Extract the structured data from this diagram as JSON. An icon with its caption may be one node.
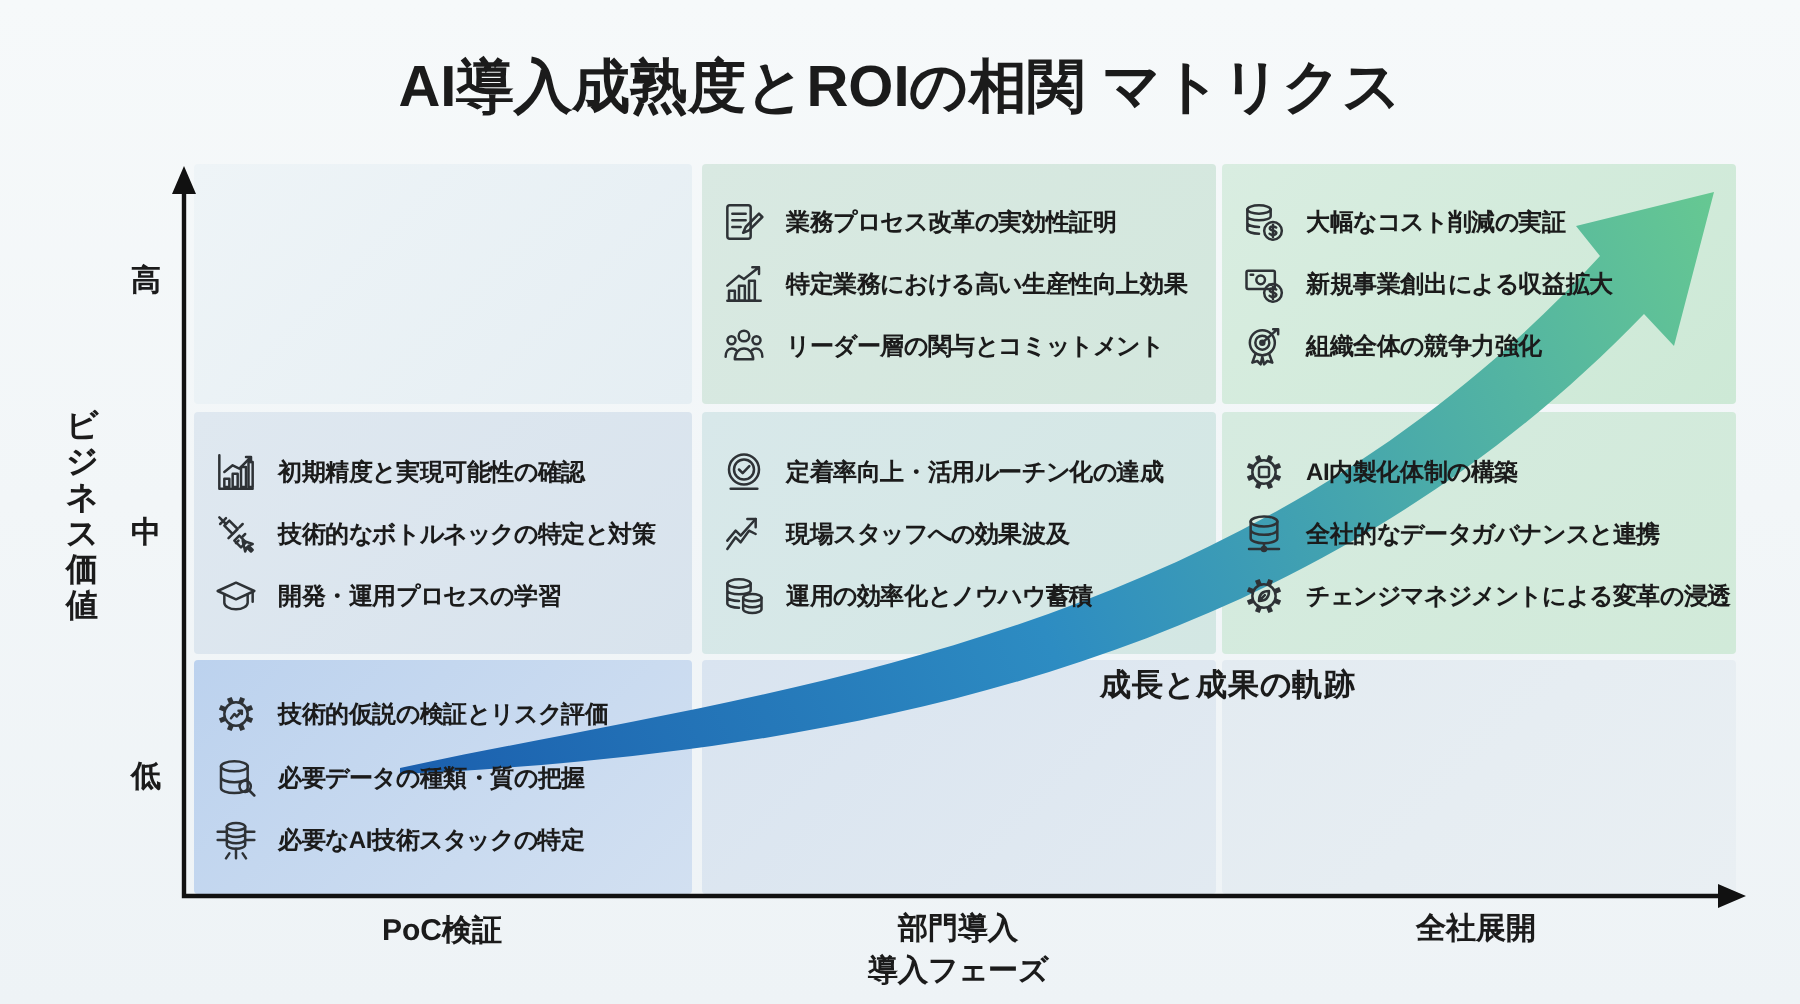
{
  "diagram": {
    "title": "AI導入成熟度とROIの相関 マトリクス",
    "nodes": [
      {
        "text": [],
        "shape": "box"
      },
      {
        "text": [
          "業務プロセス改革の実効性証明",
          "特定業務における高い生産性向上効果",
          "リーダー層の関与とコミットメント"
        ]
      },
      {
        "text": [
          "大幅なコスト削減の実証",
          "新規事業創出による収益拡大",
          "組織全体の競争力強化"
        ]
      },
      {
        "text": [
          "初期精度と実現可能性の確認",
          "技術的なボトルネックの特定と対策",
          "開発・運用プロセスの学習"
        ]
      },
      {
        "text": [
          "定着率向上・活用ルーチン化の達成",
          "現場スタッフへの効果波及",
          "運用の効率化とノウハウ蓄積"
        ]
      },
      {
        "text": [
          "AI内製化体制の構築",
          "全社的なデータガバナンスと連携",
          "チェンジマネジメントによる変革の浸透"
        ]
      },
      {
        "text": [
          "技術的仮説の検証とリスク評価",
          "必要データの種類・質の把握",
          "必要なAI技術スタックの特定"
        ]
      },
      {
        "text": [],
        "shape": "box"
      },
      {
        "text": [],
        "shape": "box"
      }
    ],
    "labels": [
      "高",
      "ビジネス価値",
      "中",
      "成長と成果の軌跡",
      "低",
      "PoC検証",
      "部門導入",
      "全社展開",
      "導入フェーズ"
    ]
  }
}
